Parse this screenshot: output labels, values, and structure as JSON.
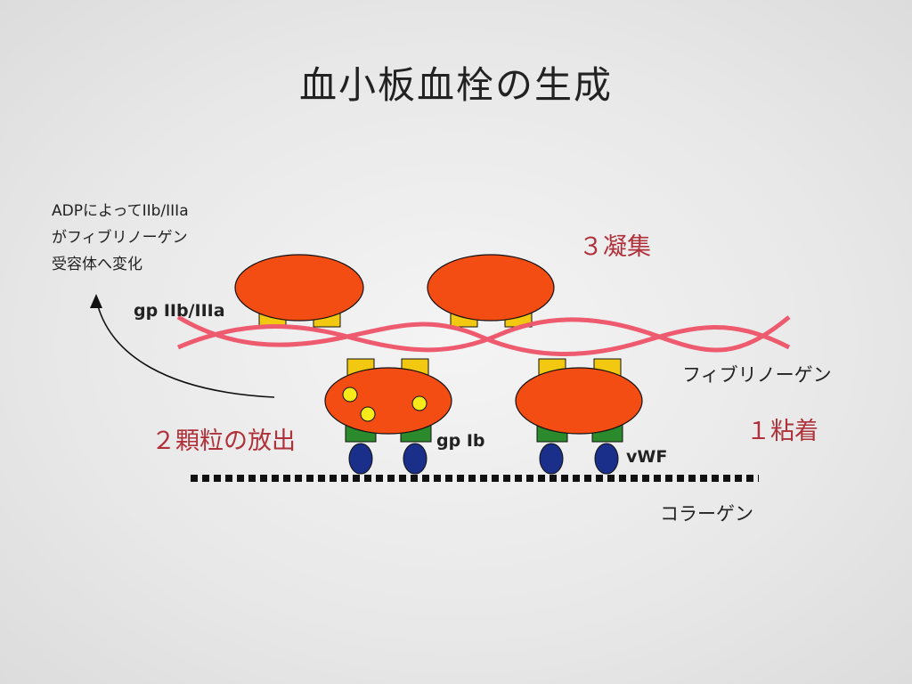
{
  "title": "血小板血栓の生成",
  "note": {
    "line1": "ADPによってIIb/IIIa",
    "line2": "がフィブリノーゲン",
    "line3": "受容体へ変化"
  },
  "steps": {
    "aggregation": "３凝集",
    "release": "２顆粒の放出",
    "adhesion": "１粘着"
  },
  "labels": {
    "gp_iib_iiia": "gp IIb/IIIa",
    "gp_ib": "gp Ib",
    "vwf": "vWF",
    "fibrinogen": "フィブリノーゲン",
    "collagen": "コラーゲン"
  },
  "colors": {
    "platelet": "#f44d14",
    "platelet_outline": "#111111",
    "receptor_iib_iiia": "#f2c811",
    "receptor_ib": "#2b8a2b",
    "vwf": "#1a2f8a",
    "granule": "#f6ea1a",
    "fibrinogen": "#ee5a6e",
    "step_text": "#b0313a"
  }
}
